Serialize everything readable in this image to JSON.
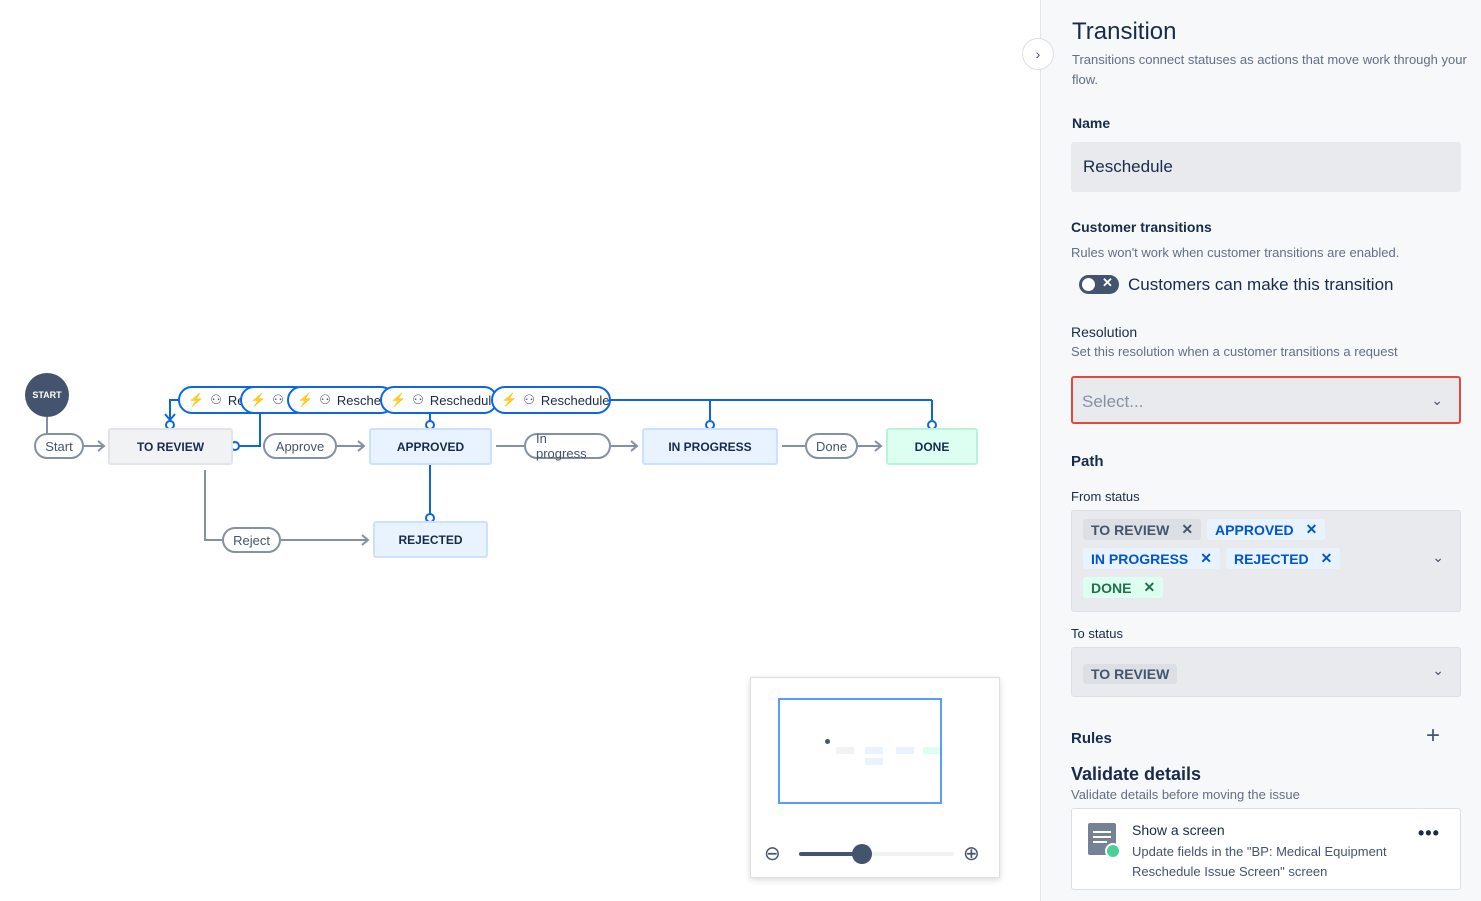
{
  "canvas": {
    "start_node": "START",
    "statuses": [
      {
        "label": "TO REVIEW",
        "color": "gray"
      },
      {
        "label": "APPROVED",
        "color": "blue"
      },
      {
        "label": "IN PROGRESS",
        "color": "blue"
      },
      {
        "label": "DONE",
        "color": "green"
      },
      {
        "label": "REJECTED",
        "color": "blue"
      }
    ],
    "transitions": [
      "Start",
      "Approve",
      "In progress",
      "Done",
      "Reject"
    ],
    "reschedule_pills": [
      "Re",
      "",
      "Resched",
      "Reschedule",
      "Reschedule"
    ]
  },
  "minimap": {
    "zoom_level": 0.4
  },
  "panel": {
    "title": "Transition",
    "description": "Transitions connect statuses as actions that move work through your flow.",
    "name_label": "Name",
    "name_value": "Reschedule",
    "customer_heading": "Customer transitions",
    "customer_note": "Rules won't work when customer transitions are enabled.",
    "customer_toggle_label": "Customers can make this transition",
    "customer_toggle_on": false,
    "resolution_label": "Resolution",
    "resolution_note": "Set this resolution when a customer transitions a request",
    "resolution_placeholder": "Select...",
    "path_heading": "Path",
    "from_label": "From status",
    "from_tags": [
      {
        "label": "TO REVIEW",
        "color": "#44546f"
      },
      {
        "label": "APPROVED",
        "color": "#0055cc"
      },
      {
        "label": "IN PROGRESS",
        "color": "#0055cc"
      },
      {
        "label": "REJECTED",
        "color": "#0055cc"
      },
      {
        "label": "DONE",
        "color": "#216e4e"
      }
    ],
    "to_label": "To status",
    "to_value": "TO REVIEW",
    "rules_heading": "Rules",
    "validate_heading": "Validate details",
    "validate_note": "Validate details before moving the issue",
    "rule_title": "Show a screen",
    "rule_desc": "Update fields in the \"BP: Medical Equipment Reschedule Issue Screen\" screen"
  }
}
